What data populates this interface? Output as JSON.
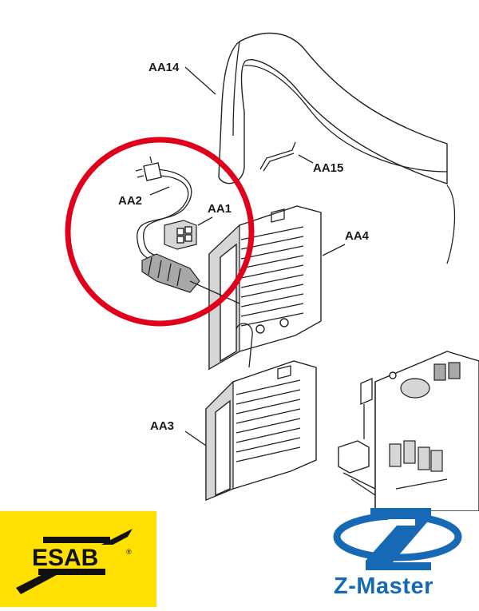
{
  "labels": {
    "aa14": "AA14",
    "aa15": "AA15",
    "aa2": "AA2",
    "aa1": "AA1",
    "aa4": "AA4",
    "aa3": "AA3"
  },
  "highlight_color": "#e0001b",
  "logos": {
    "esab": {
      "text": "ESAB",
      "mark": "®",
      "bg_color": "#ffe000"
    },
    "zmaster": {
      "text": "Z-Master",
      "color": "#1769b6"
    }
  }
}
